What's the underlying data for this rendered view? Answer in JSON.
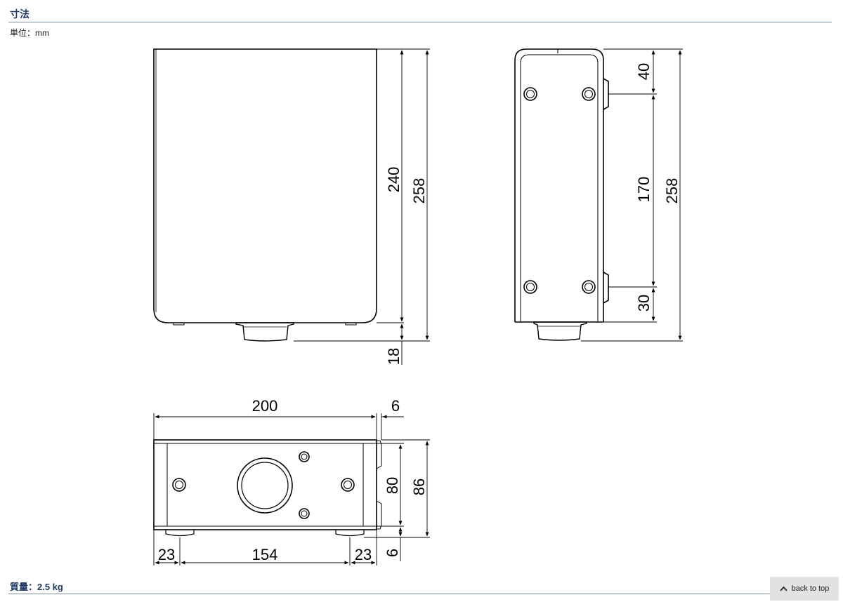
{
  "section": {
    "title": "寸法",
    "unit": "単位：mm"
  },
  "dimensions": {
    "front": {
      "body_height": "240",
      "total_height": "258",
      "foot_height": "18"
    },
    "side": {
      "top_offset": "40",
      "middle": "170",
      "bottom_offset": "30",
      "total_height": "258"
    },
    "bottom": {
      "width": "200",
      "protrusion": "6",
      "inner_height": "80",
      "total_depth": "86",
      "left_inset": "23",
      "foot_span": "154",
      "right_inset": "23",
      "bottom_margin": "6"
    }
  },
  "footer": {
    "weight": "質量：2.5 kg"
  },
  "back_to_top": {
    "label": "back to top",
    "icon": "chevron-up-icon"
  }
}
